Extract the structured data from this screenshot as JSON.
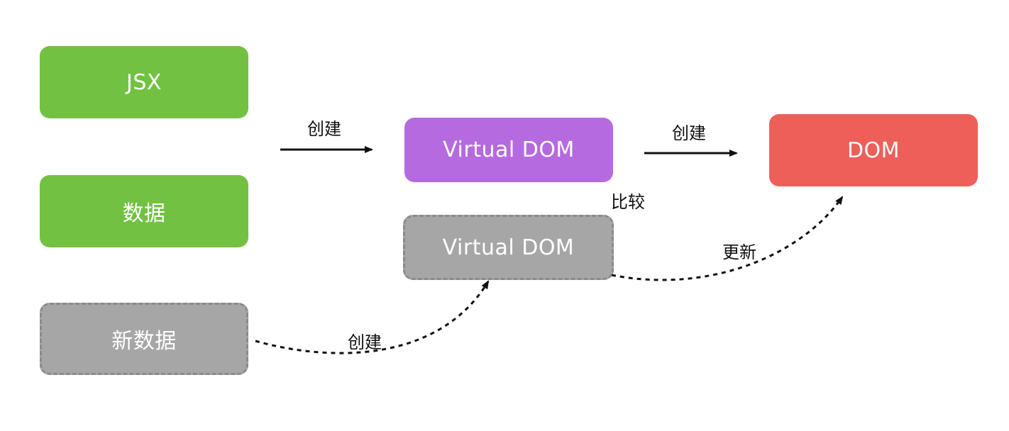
{
  "nodes": {
    "jsx": {
      "label": "JSX",
      "color": "#72c143"
    },
    "data": {
      "label": "数据",
      "color": "#72c143"
    },
    "new_data": {
      "label": "新数据",
      "color": "#a6a6a6"
    },
    "vdom": {
      "label": "Virtual DOM",
      "color": "#b56ae0"
    },
    "new_vdom": {
      "label": "Virtual DOM",
      "color": "#a6a6a6"
    },
    "dom": {
      "label": "DOM",
      "color": "#ef5f59"
    }
  },
  "edge_labels": {
    "create_vdom": "创建",
    "create_dom": "创建",
    "compare": "比较",
    "update": "更新",
    "create_new_vdom": "创建"
  },
  "colors": {
    "dashed_border": "#8a8a8a",
    "arrow": "#111111"
  }
}
